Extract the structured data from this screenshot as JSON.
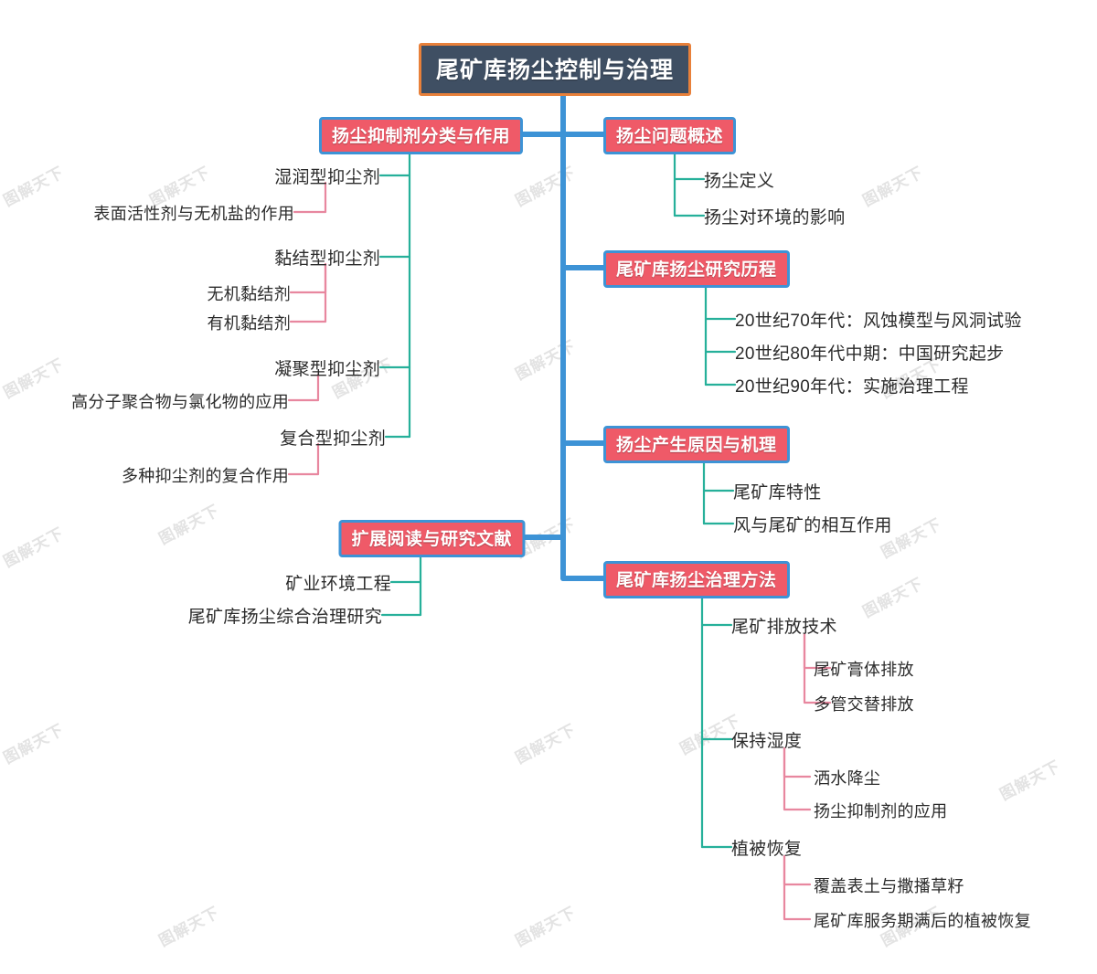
{
  "title": "尾矿库扬尘控制与治理",
  "colors": {
    "root_fill": "#3f4f63",
    "root_border": "#e8803a",
    "branch_fill": "#ef5a68",
    "branch_border": "#3d93d6",
    "trunk_line": "#3d93d6",
    "level2_line": "#26b09a",
    "level3_line": "#e8879f",
    "text_dark": "#2b2b2b",
    "watermark": "#e3e3e3"
  },
  "watermark_text": "图解天下",
  "root": {
    "label": "尾矿库扬尘控制与治理"
  },
  "branches": {
    "left": [
      {
        "label": "扬尘抑制剂分类与作用",
        "children": [
          {
            "label": "湿润型抑尘剂",
            "children": [
              {
                "label": "表面活性剂与无机盐的作用"
              }
            ]
          },
          {
            "label": "黏结型抑尘剂",
            "children": [
              {
                "label": "无机黏结剂"
              },
              {
                "label": "有机黏结剂"
              }
            ]
          },
          {
            "label": "凝聚型抑尘剂",
            "children": [
              {
                "label": "高分子聚合物与氯化物的应用"
              }
            ]
          },
          {
            "label": "复合型抑尘剂",
            "children": [
              {
                "label": "多种抑尘剂的复合作用"
              }
            ]
          }
        ]
      },
      {
        "label": "扩展阅读与研究文献",
        "children": [
          {
            "label": "矿业环境工程",
            "children": []
          },
          {
            "label": "尾矿库扬尘综合治理研究",
            "children": []
          }
        ]
      }
    ],
    "right": [
      {
        "label": "扬尘问题概述",
        "children": [
          {
            "label": "扬尘定义",
            "children": []
          },
          {
            "label": "扬尘对环境的影响",
            "children": []
          }
        ]
      },
      {
        "label": "尾矿库扬尘研究历程",
        "children": [
          {
            "label": "20世纪70年代：风蚀模型与风洞试验",
            "children": []
          },
          {
            "label": "20世纪80年代中期：中国研究起步",
            "children": []
          },
          {
            "label": "20世纪90年代：实施治理工程",
            "children": []
          }
        ]
      },
      {
        "label": "扬尘产生原因与机理",
        "children": [
          {
            "label": "尾矿库特性",
            "children": []
          },
          {
            "label": "风与尾矿的相互作用",
            "children": []
          }
        ]
      },
      {
        "label": "尾矿库扬尘治理方法",
        "children": [
          {
            "label": "尾矿排放技术",
            "children": [
              {
                "label": "尾矿膏体排放"
              },
              {
                "label": "多管交替排放"
              }
            ]
          },
          {
            "label": "保持湿度",
            "children": [
              {
                "label": "洒水降尘"
              },
              {
                "label": "扬尘抑制剂的应用"
              }
            ]
          },
          {
            "label": "植被恢复",
            "children": [
              {
                "label": "覆盖表土与撒播草籽"
              },
              {
                "label": "尾矿库服务期满后的植被恢复"
              }
            ]
          }
        ]
      }
    ]
  }
}
